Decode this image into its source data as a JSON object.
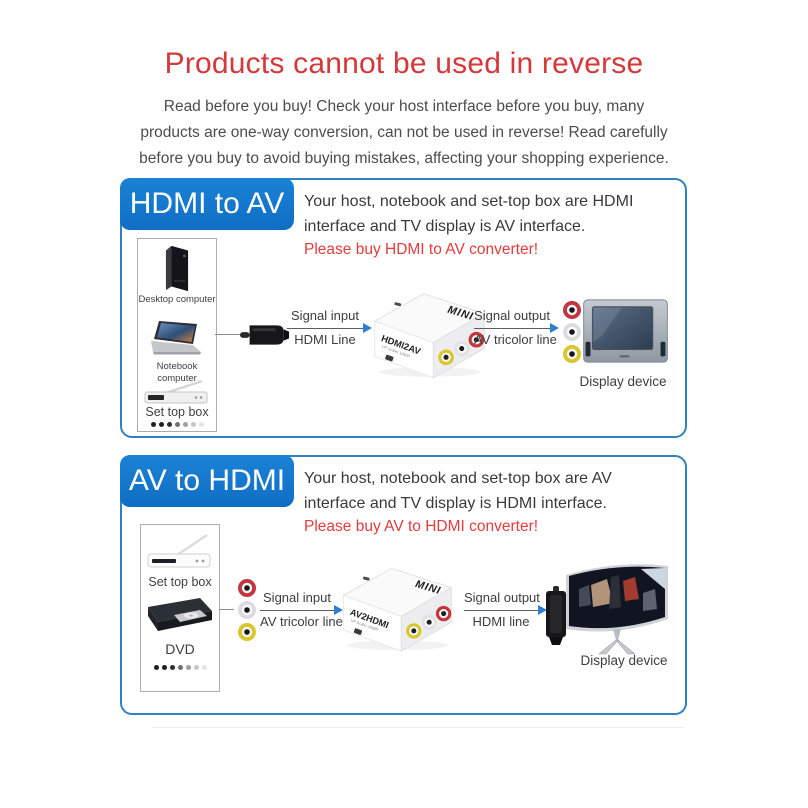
{
  "page": {
    "title": "Products cannot be used in reverse",
    "intro_lines": [
      "Read before you buy! Check your host interface before you buy, many",
      "products are one-way conversion, can not be used in reverse! Read carefully",
      "before you buy to avoid buying mistakes, affecting your shopping experience."
    ]
  },
  "sections": [
    {
      "badge": "HDMI to AV",
      "description": "Your host, notebook and set-top box are HDMI interface and TV display is AV interface.",
      "cta": "Please buy HDMI to AV converter!",
      "sources": [
        {
          "label": "Desktop computer"
        },
        {
          "label": "Notebook computer"
        },
        {
          "label": "Set top box"
        }
      ],
      "flow_in": {
        "title": "Signal input",
        "subtitle": "HDMI Line"
      },
      "converter": {
        "brand": "MINI",
        "model": "HDMI2AV",
        "note": "UP Scaler 1080P"
      },
      "flow_out": {
        "title": "Signal output",
        "subtitle": "AV tricolor line"
      },
      "display_label": "Display device"
    },
    {
      "badge": "AV to HDMI",
      "description": "Your host, notebook and set-top box are AV interface and TV display is HDMI interface.",
      "cta": "Please buy AV to HDMI converter!",
      "sources": [
        {
          "label": "Set top box"
        },
        {
          "label": "DVD"
        }
      ],
      "flow_in": {
        "title": "Signal input",
        "subtitle": "AV tricolor line"
      },
      "converter": {
        "brand": "MINI",
        "model": "AV2HDMI",
        "note": "UP Scaler 1080P"
      },
      "flow_out": {
        "title": "Signal output",
        "subtitle": "HDMI line"
      },
      "display_label": "Display device"
    }
  ],
  "colors": {
    "title_red": "#d5383a",
    "cta_red": "#e23c3c",
    "badge_blue": "#1277cd",
    "card_border_blue": "#3180c1",
    "arrow_blue": "#2e7fd0",
    "rca_red": "#c23440",
    "rca_white": "#dcdcde",
    "rca_yellow": "#d9c62f"
  }
}
